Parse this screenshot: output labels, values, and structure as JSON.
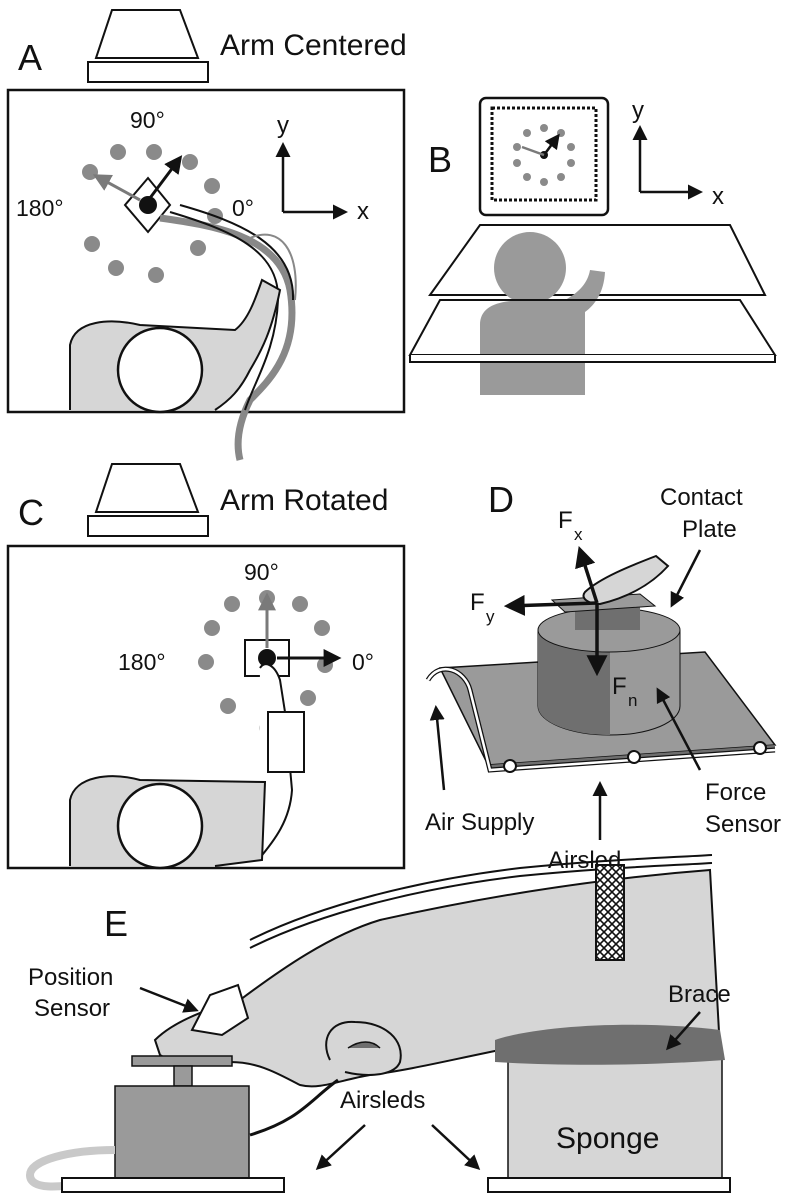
{
  "panels": {
    "a": {
      "letter": "A",
      "title": "Arm Centered",
      "angle_90": "90°",
      "angle_180": "180°",
      "angle_0": "0°",
      "axis_y": "y",
      "axis_x": "x"
    },
    "b": {
      "letter": "B",
      "axis_y": "y",
      "axis_x": "x"
    },
    "c": {
      "letter": "C",
      "title": "Arm Rotated",
      "angle_90": "90°",
      "angle_180": "180°",
      "angle_0": "0°"
    },
    "d": {
      "letter": "D",
      "contact_plate": [
        "Contact",
        "Plate"
      ],
      "force_x": "F",
      "force_x_sub": "x",
      "force_y": "F",
      "force_y_sub": "y",
      "force_n": "F",
      "force_n_sub": "n",
      "force_sensor": [
        "Force",
        "Sensor"
      ],
      "air_supply": "Air Supply",
      "airsled": "Airsled"
    },
    "e": {
      "letter": "E",
      "position_sensor": [
        "Position",
        "Sensor"
      ],
      "brace": "Brace",
      "airsleds": "Airsleds",
      "sponge": "Sponge"
    }
  },
  "colors": {
    "target_gray": "#8a8a8a",
    "light_gray": "#d6d6d6",
    "mid_gray": "#9a9a9a",
    "dark_gray": "#6f6f6f",
    "ink": "#111111"
  }
}
